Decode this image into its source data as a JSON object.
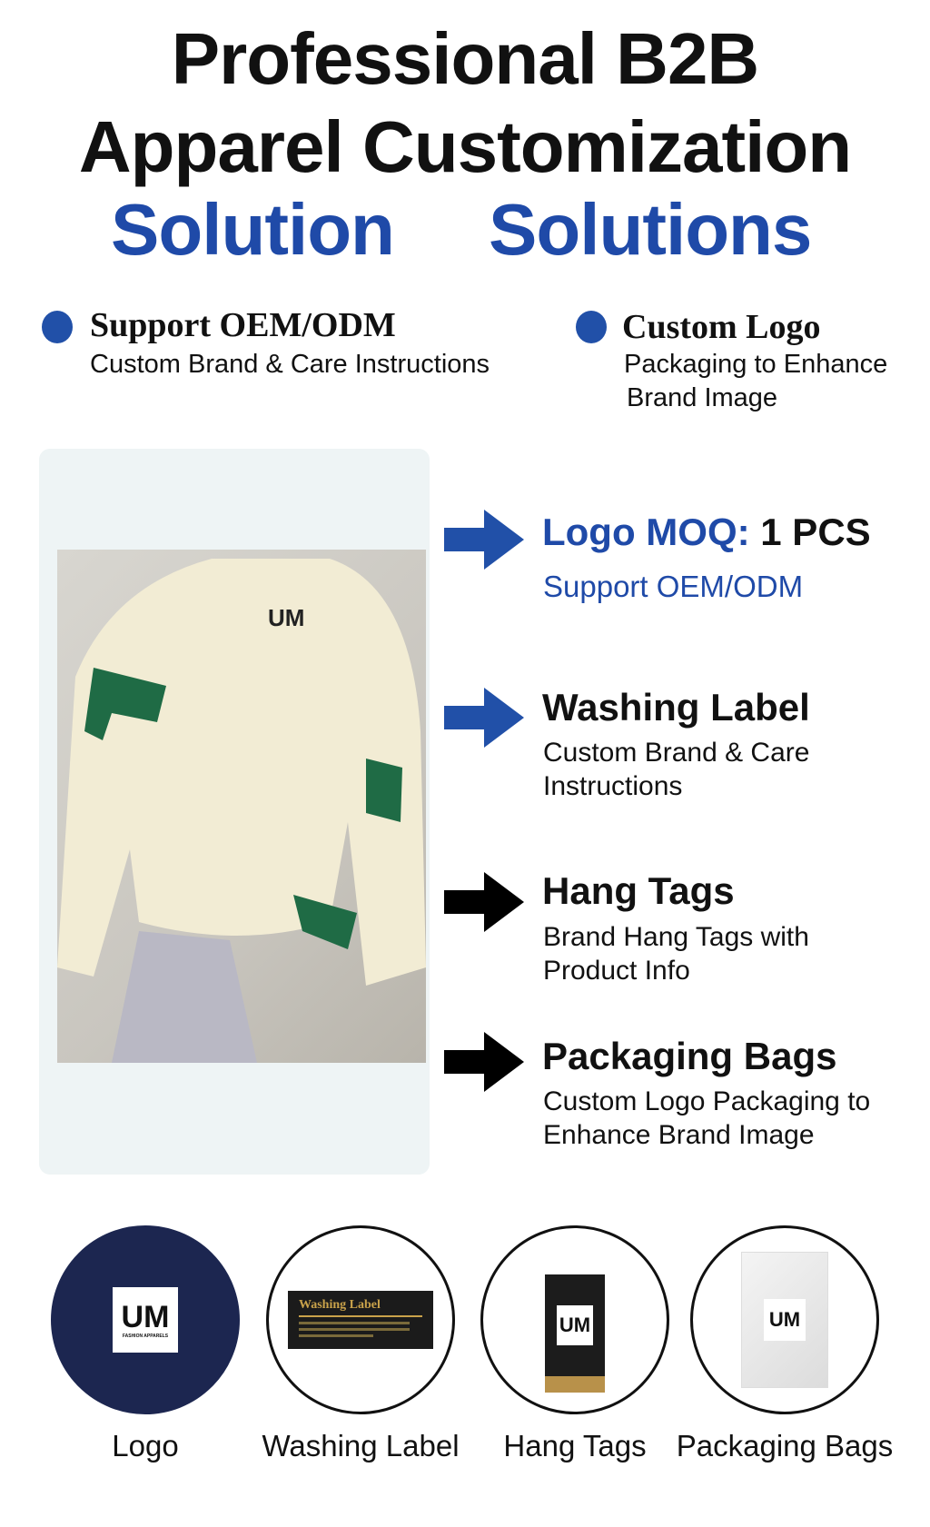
{
  "title": {
    "line1": "Professional B2B",
    "line2": "Apparel Customization",
    "line3a": "Solution",
    "line3b": "Solutions"
  },
  "bullets": [
    {
      "heading": "Support OEM/ODM",
      "sub": [
        "Custom Brand & Care Instructions"
      ]
    },
    {
      "heading": "Custom Logo",
      "sub": [
        "Packaging to Enhance",
        "Brand Image"
      ]
    }
  ],
  "features": [
    {
      "heading_a": "Logo MOQ:",
      "heading_b": " 1 PCS",
      "sub": [
        "Support OEM/ODM"
      ],
      "arrow_color": "#2150a8"
    },
    {
      "heading": "Washing Label",
      "sub": [
        "Custom Brand & Care",
        "Instructions"
      ],
      "arrow_color": "#2150a8"
    },
    {
      "heading": "Hang Tags",
      "sub": [
        "Brand Hang Tags with",
        "Product Info"
      ],
      "arrow_color": "#000000"
    },
    {
      "heading": "Packaging Bags",
      "sub": [
        "Custom Logo Packaging to",
        "Enhance Brand Image"
      ],
      "arrow_color": "#000000"
    }
  ],
  "products": [
    {
      "label": "Logo",
      "brand": "UM",
      "brand_sub": "FASHION APPARELS"
    },
    {
      "label": "Washing Label",
      "tag_text": "Washing Label"
    },
    {
      "label": "Hang Tags",
      "brand": "UM"
    },
    {
      "label": "Packaging Bags",
      "brand": "UM"
    }
  ],
  "photo": {
    "chest_logo": "UM"
  },
  "colors": {
    "accent_blue": "#1f4aa8",
    "navy": "#1c2650",
    "gold": "#c9a24a"
  }
}
